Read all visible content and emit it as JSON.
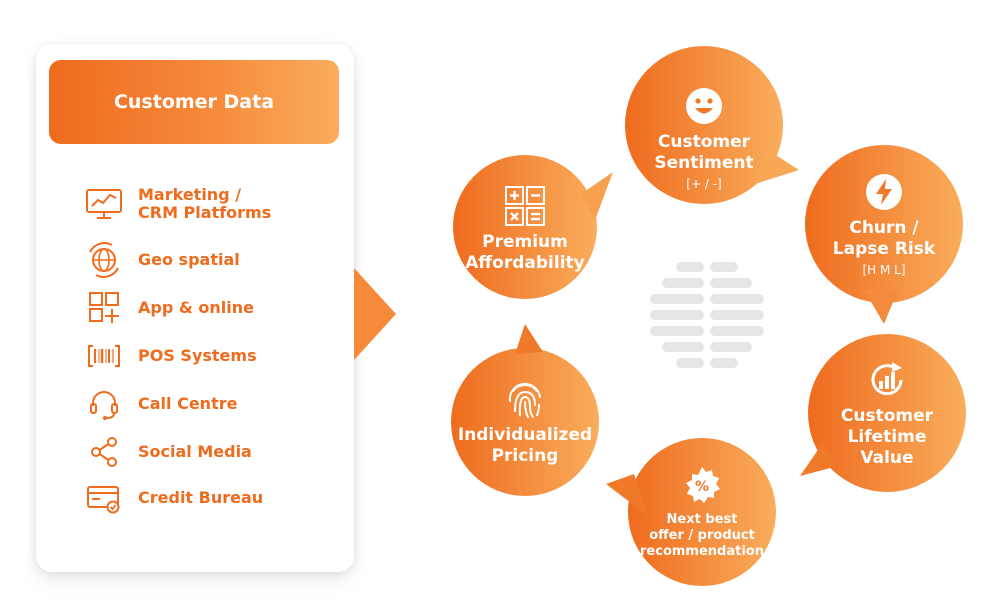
{
  "customer_data": {
    "title": "Customer Data",
    "sources": [
      {
        "label": "Marketing /\nCRM Platforms",
        "icon": "monitor-chart-icon"
      },
      {
        "label": "Geo spatial",
        "icon": "globe-icon"
      },
      {
        "label": "App & online",
        "icon": "app-grid-icon"
      },
      {
        "label": "POS Systems",
        "icon": "barcode-icon"
      },
      {
        "label": "Call Centre",
        "icon": "headset-icon"
      },
      {
        "label": "Social Media",
        "icon": "share-icon"
      },
      {
        "label": "Credit Bureau",
        "icon": "credit-card-icon"
      }
    ]
  },
  "insights": {
    "premium": {
      "title": "Premium\nAffordability",
      "icon": "calculator-icon"
    },
    "sentiment": {
      "title": "Customer\nSentiment",
      "subtitle": "[+ / -]",
      "icon": "smiley-icon"
    },
    "churn": {
      "title": "Churn /\nLapse  Risk",
      "subtitle": "[H M L]",
      "icon": "lightning-icon"
    },
    "clv": {
      "title": "Customer\nLifetime\nValue",
      "icon": "growth-chart-icon"
    },
    "nbo": {
      "title": "Next best\noffer / product\nrecommendation",
      "icon": "percent-badge-icon"
    },
    "pricing": {
      "title": "Individualized\nPricing",
      "icon": "fingerprint-icon"
    }
  },
  "colors": {
    "orange_dark": "#ef6b1e",
    "orange_light": "#f9ad5c",
    "watermark_grey": "#e6e6e6"
  }
}
